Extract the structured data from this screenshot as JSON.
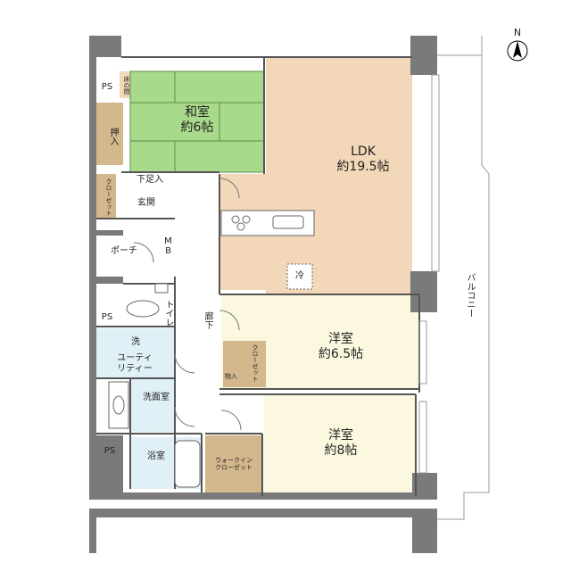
{
  "compass": {
    "letter": "N",
    "icon": "north-arrow-icon"
  },
  "colors": {
    "wall": "#7a7a7a",
    "tatami": "#a9d98a",
    "wood": "#f2d7b8",
    "cream": "#fbf8df",
    "storage": "#d4b88d",
    "wet": "#dff0f6",
    "hall": "#ffffff"
  },
  "rooms": {
    "washitsu": {
      "name": "和室",
      "size": "約6帖"
    },
    "ldk": {
      "name": "LDK",
      "size": "約19.5帖"
    },
    "yoshitsu1": {
      "name": "洋室",
      "size": "約6.5帖"
    },
    "yoshitsu2": {
      "name": "洋室",
      "size": "約8帖"
    }
  },
  "labels": {
    "toko": "床の間",
    "oshiire": "押入",
    "closet_entry": "クローゼット",
    "geta": "下足入",
    "genkan": "玄関",
    "porch": "ポーチ",
    "mb": "MB",
    "ps1": "PS",
    "ps2": "PS",
    "ps3": "PS",
    "toilet": "トイレ",
    "roka": "廊下",
    "sen": "洗",
    "utility_1": "ユーティ",
    "utility_2": "リティー",
    "senmen": "洗面室",
    "yokushitsu": "浴室",
    "closet_room1": "クローゼット",
    "monoire": "物入",
    "walkin_1": "ウォークイン",
    "walkin_2": "クローゼット",
    "rei": "冷",
    "balcony": "バルコニー"
  }
}
